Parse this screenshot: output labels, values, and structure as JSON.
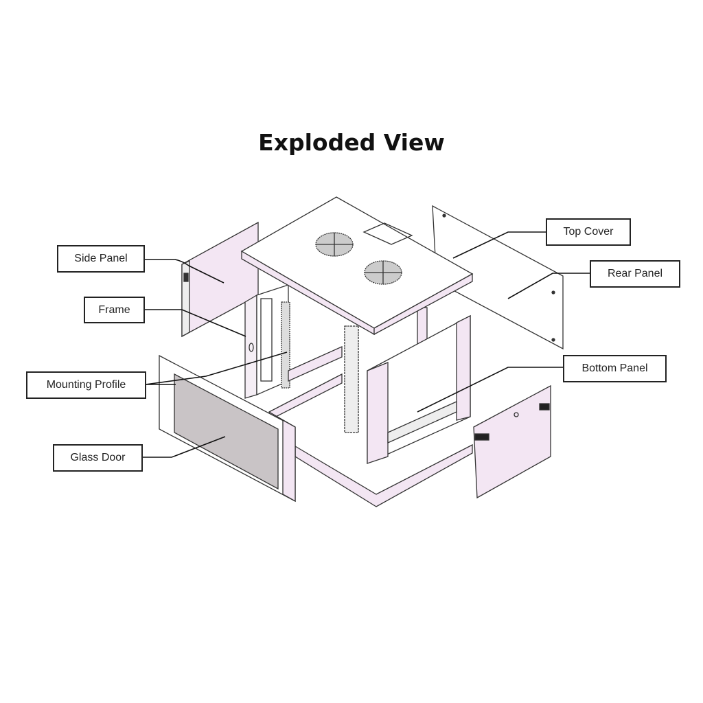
{
  "title": "Exploded View",
  "labels": {
    "side_panel": "Side Panel",
    "frame": "Frame",
    "mounting_profile": "Mounting Profile",
    "glass_door": "Glass Door",
    "top_cover": "Top Cover",
    "rear_panel": "Rear Panel",
    "bottom_panel": "Bottom Panel"
  },
  "colors": {
    "panel_fill": "#f3e6f3",
    "glass_fill": "#c9c4c6",
    "line": "#333333"
  }
}
